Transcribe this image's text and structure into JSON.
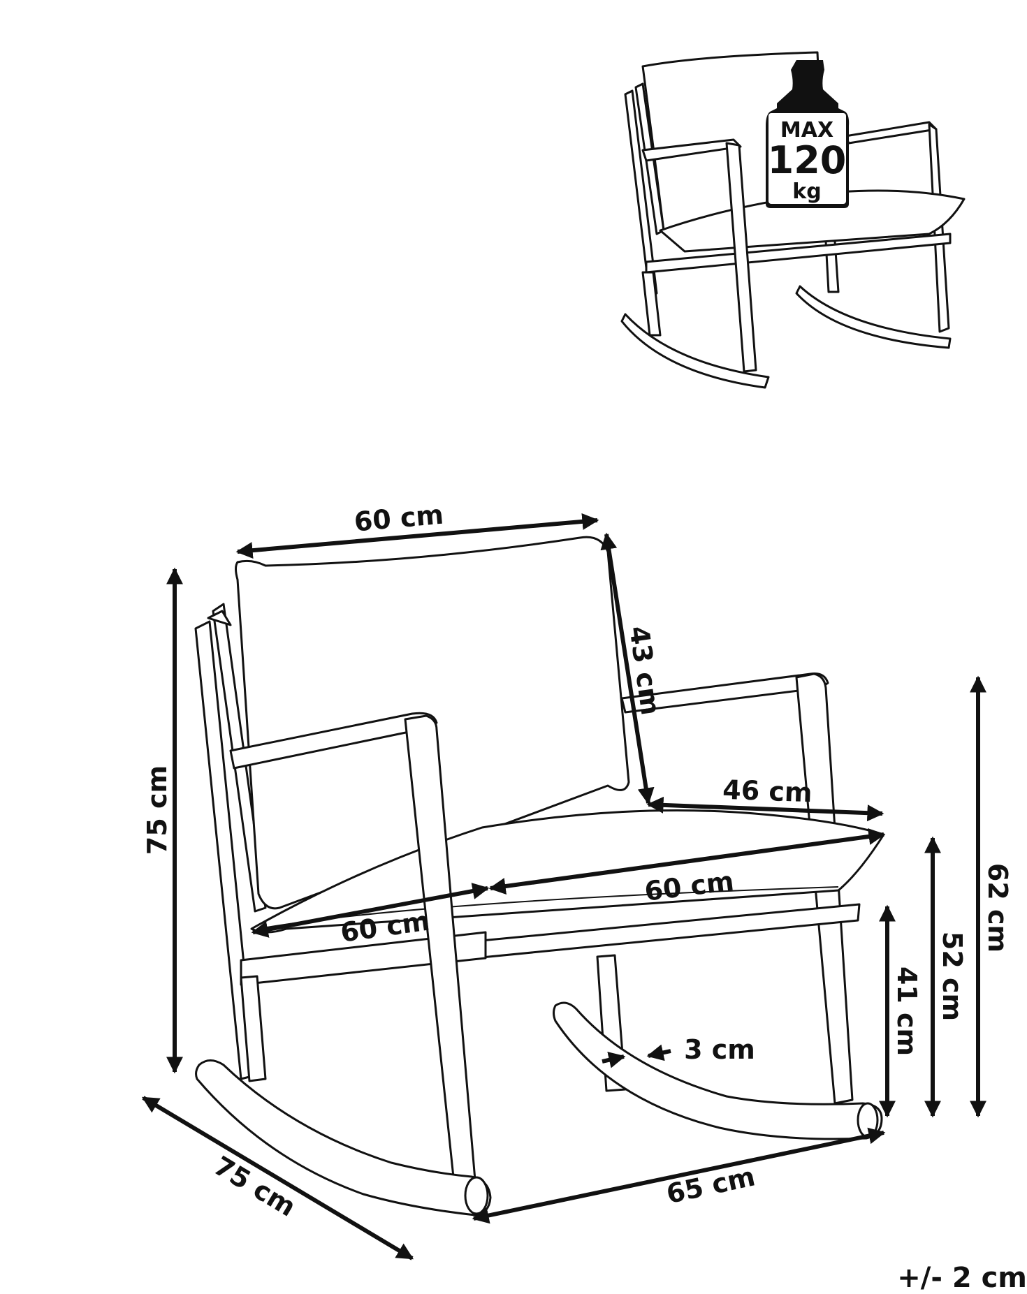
{
  "badge": {
    "max": "MAX",
    "weight": "120",
    "unit": "kg"
  },
  "dimensions": {
    "total_height": "75 cm",
    "depth": "75 cm",
    "length": "65 cm",
    "backrest_width": "60 cm",
    "backrest_height": "43 cm",
    "seat_depth": "46 cm",
    "seat_width_front": "60 cm",
    "seat_width_left": "60 cm",
    "armrest_height": "62 cm",
    "seat_height_cushion": "52 cm",
    "seat_height_frame": "41 cm",
    "rocker_thickness": "3 cm"
  },
  "tolerance": "+/- 2 cm"
}
